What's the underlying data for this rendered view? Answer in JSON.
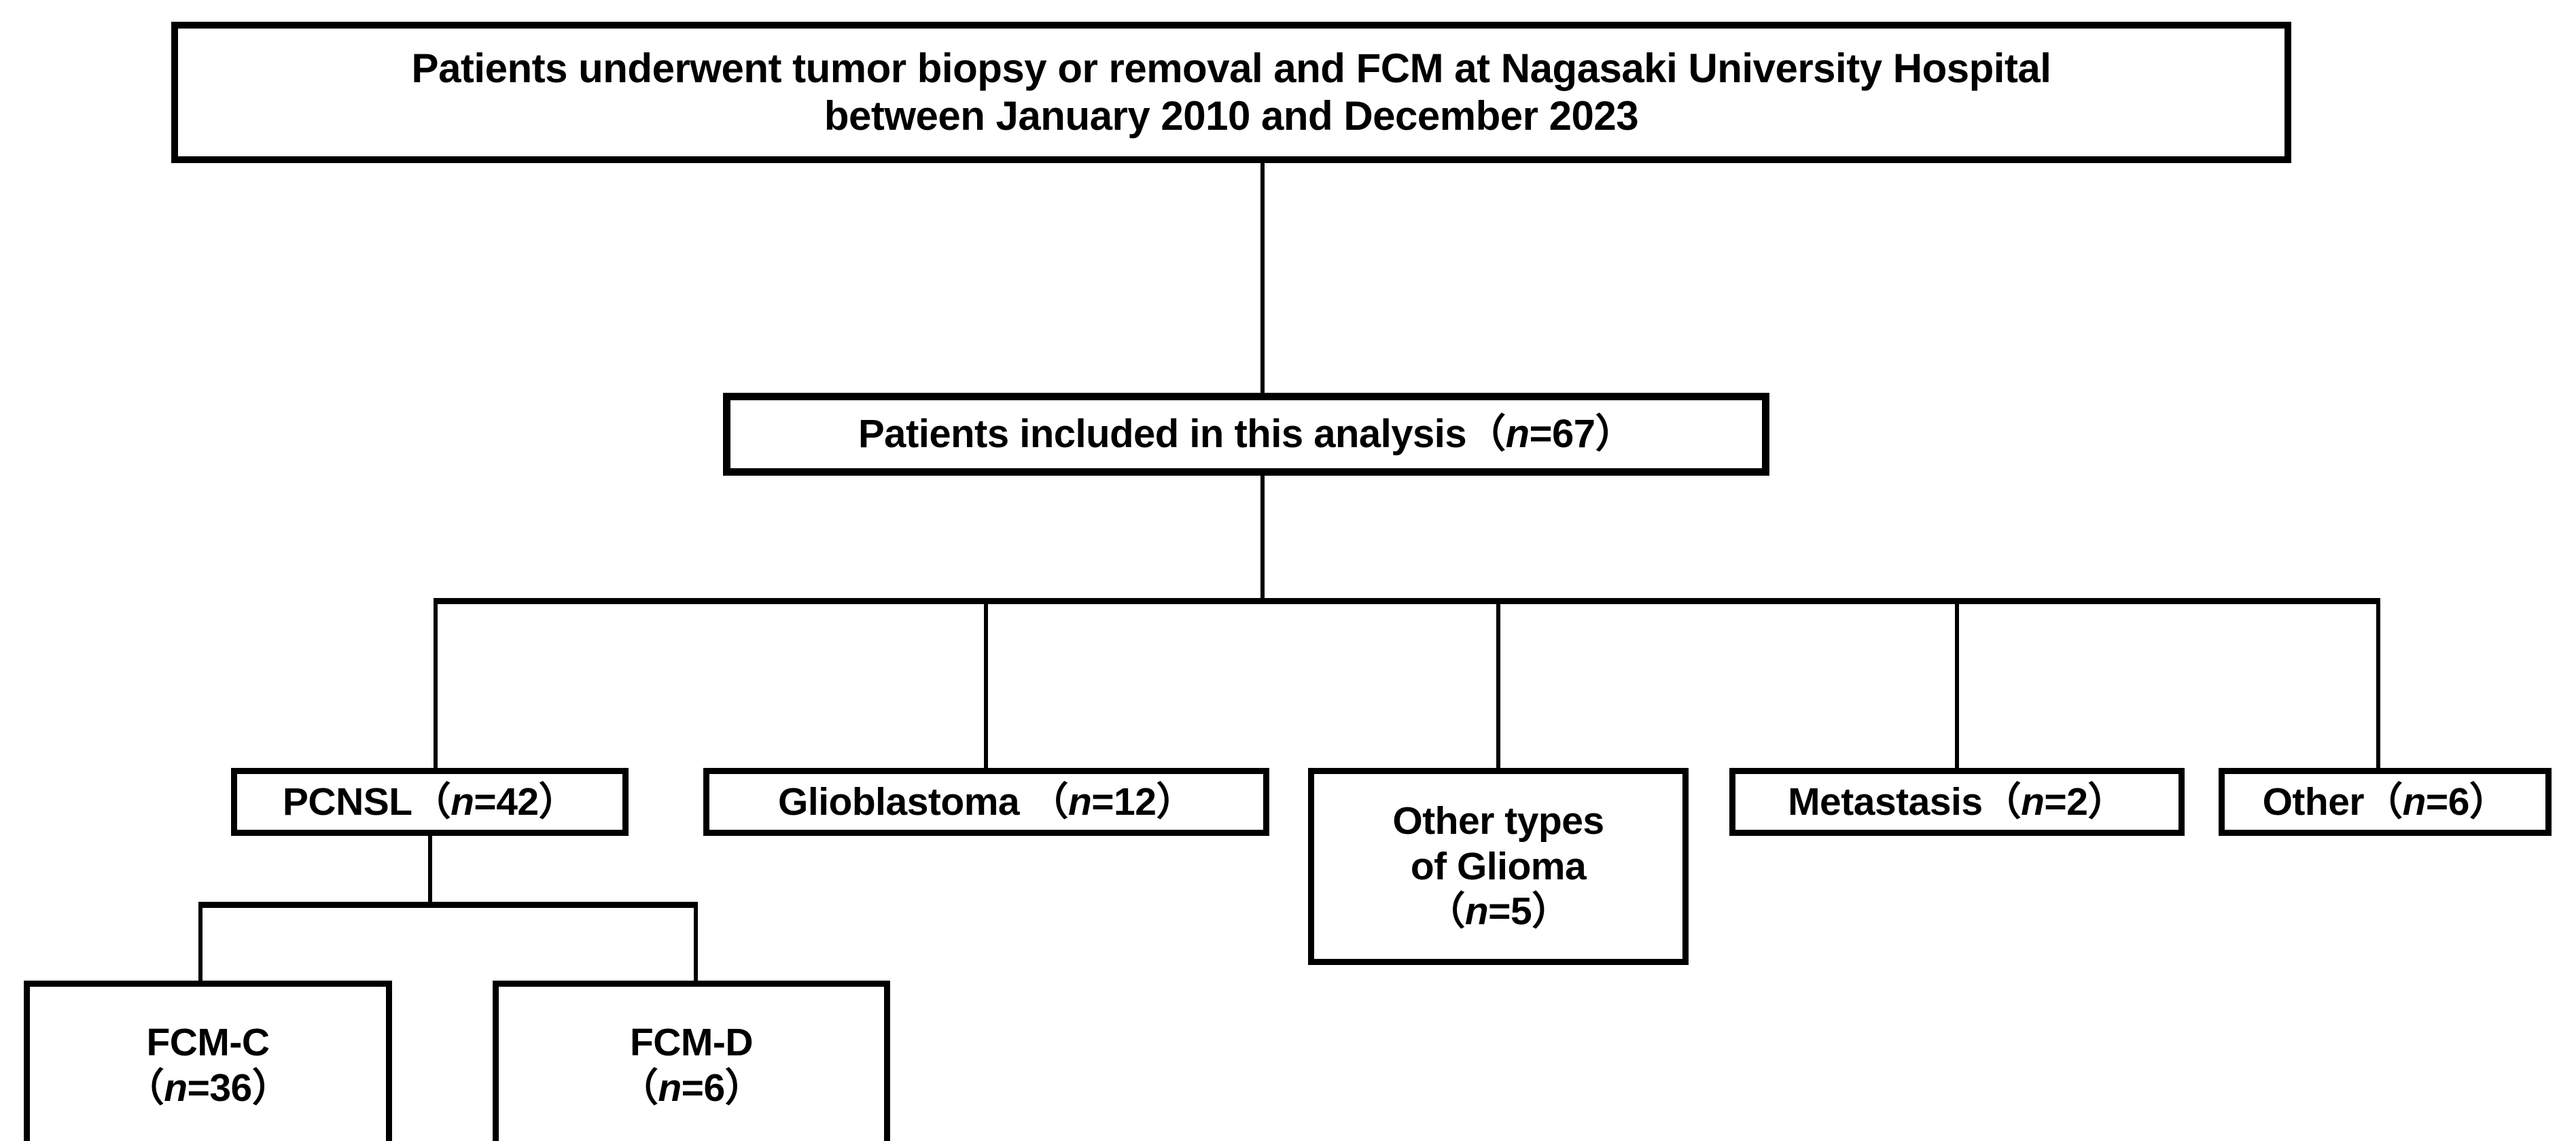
{
  "diagram": {
    "title": "Patient selection flowchart",
    "colors": {
      "line": "#000000",
      "box_border": "#000000",
      "box_fill": "#ffffff",
      "text": "#000000"
    },
    "nodes": {
      "top": {
        "label": "Patients underwent tumor biopsy or  removal and FCM at Nagasaki University Hospital\nbetween January 2010 and December 2023"
      },
      "included": {
        "label_before_n": "Patients included in this analysis（",
        "n_symbol": "n",
        "label_after_n": "=67）"
      },
      "pcnsl": {
        "label_before_n": "PCNSL（",
        "n_symbol": "n",
        "label_after_n": "=42）"
      },
      "glioblastoma": {
        "label_before_n": "Glioblastoma （",
        "n_symbol": "n",
        "label_after_n": "=12）"
      },
      "other_glioma": {
        "label_before_n": "Other types\nof Glioma\n（",
        "n_symbol": "n",
        "label_after_n": "=5）"
      },
      "metastasis": {
        "label_before_n": "Metastasis（",
        "n_symbol": "n",
        "label_after_n": "=2）"
      },
      "other": {
        "label_before_n": "Other（",
        "n_symbol": "n",
        "label_after_n": "=6）"
      },
      "fcm_c": {
        "label_before_n": "FCM-C\n（",
        "n_symbol": "n",
        "label_after_n": "=36）"
      },
      "fcm_d": {
        "label_before_n": "FCM-D\n（",
        "n_symbol": "n",
        "label_after_n": "=6）"
      }
    }
  },
  "chart_data": {
    "type": "diagram",
    "subtype": "flowchart",
    "title": "Patients underwent tumor biopsy or  removal and FCM at Nagasaki University Hospital between January 2010 and December 2023",
    "root_total": 67,
    "levels": [
      {
        "level": 0,
        "nodes": [
          {
            "id": "top",
            "label": "Patients underwent tumor biopsy or  removal and FCM at Nagasaki University Hospital between January 2010 and December 2023",
            "n": null
          }
        ]
      },
      {
        "level": 1,
        "nodes": [
          {
            "id": "included",
            "label": "Patients included in this analysis",
            "n": 67
          }
        ]
      },
      {
        "level": 2,
        "nodes": [
          {
            "id": "pcnsl",
            "label": "PCNSL",
            "n": 42
          },
          {
            "id": "glioblastoma",
            "label": "Glioblastoma",
            "n": 12
          },
          {
            "id": "other_glioma",
            "label": "Other types of Glioma",
            "n": 5
          },
          {
            "id": "metastasis",
            "label": "Metastasis",
            "n": 2
          },
          {
            "id": "other",
            "label": "Other",
            "n": 6
          }
        ]
      },
      {
        "level": 3,
        "nodes": [
          {
            "id": "fcm_c",
            "label": "FCM-C",
            "n": 36,
            "parent": "pcnsl"
          },
          {
            "id": "fcm_d",
            "label": "FCM-D",
            "n": 6,
            "parent": "pcnsl"
          }
        ]
      }
    ],
    "edges": [
      {
        "from": "top",
        "to": "included"
      },
      {
        "from": "included",
        "to": "pcnsl"
      },
      {
        "from": "included",
        "to": "glioblastoma"
      },
      {
        "from": "included",
        "to": "other_glioma"
      },
      {
        "from": "included",
        "to": "metastasis"
      },
      {
        "from": "included",
        "to": "other"
      },
      {
        "from": "pcnsl",
        "to": "fcm_c"
      },
      {
        "from": "pcnsl",
        "to": "fcm_d"
      }
    ]
  }
}
